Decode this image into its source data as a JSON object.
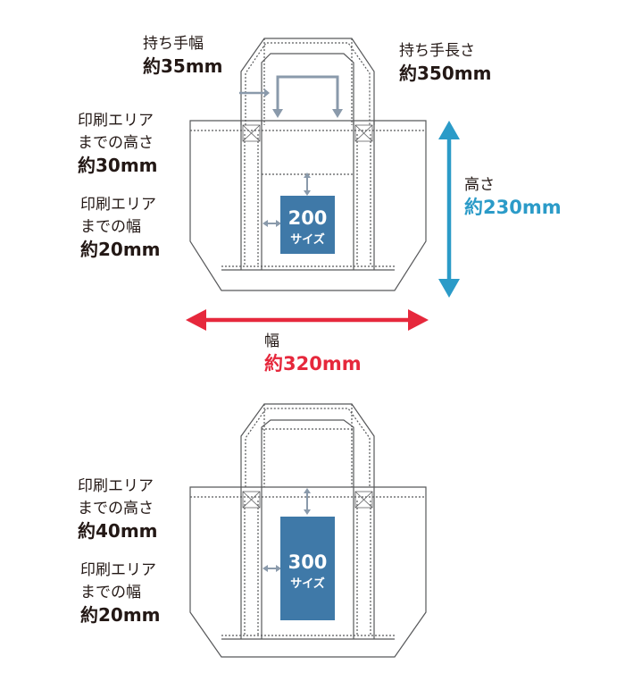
{
  "top": {
    "handle_width": {
      "label": "持ち手幅",
      "value": "約35mm"
    },
    "handle_length": {
      "label": "持ち手長さ",
      "value": "約350mm"
    },
    "print_height": {
      "label1": "印刷エリア",
      "label2": "までの高さ",
      "value": "約30mm"
    },
    "print_side": {
      "label1": "印刷エリア",
      "label2": "までの幅",
      "value": "約20mm"
    },
    "height": {
      "label": "高さ",
      "value": "約230mm"
    },
    "width": {
      "label": "幅",
      "value": "約320mm"
    },
    "print_box": {
      "number": "200",
      "sub": "サイズ"
    }
  },
  "bottom": {
    "print_height": {
      "label1": "印刷エリア",
      "label2": "までの高さ",
      "value": "約40mm"
    },
    "print_side": {
      "label1": "印刷エリア",
      "label2": "までの幅",
      "value": "約20mm"
    },
    "print_box": {
      "number": "300",
      "sub": "サイズ"
    }
  },
  "colors": {
    "outline": "#58595b",
    "print_area": "#3f79a8",
    "arrow_gray": "#8a9aab",
    "height_arrow": "#2b9bc8",
    "width_arrow": "#e6283c"
  }
}
